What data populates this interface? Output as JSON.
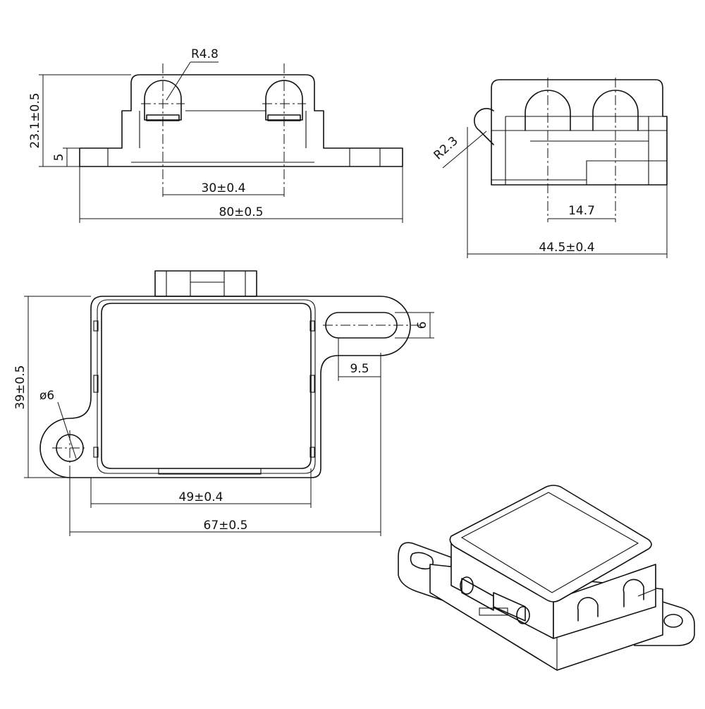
{
  "drawing": {
    "front_view": {
      "height_label": "23.1±0.5",
      "base_height_label": "5",
      "radius_label": "R4.8",
      "pitch_label": "30±0.4",
      "width_label": "80±0.5"
    },
    "side_view": {
      "radius_label": "R2.3",
      "pitch_label": "14.7",
      "depth_label": "44.5±0.4"
    },
    "top_view": {
      "height_label": "39±0.5",
      "hole_label": "ø6",
      "slot_width_label": "6",
      "slot_offset_label": "9.5",
      "body_width_label": "49±0.4",
      "overall_width_label": "67±0.5"
    },
    "iso_view": {}
  }
}
